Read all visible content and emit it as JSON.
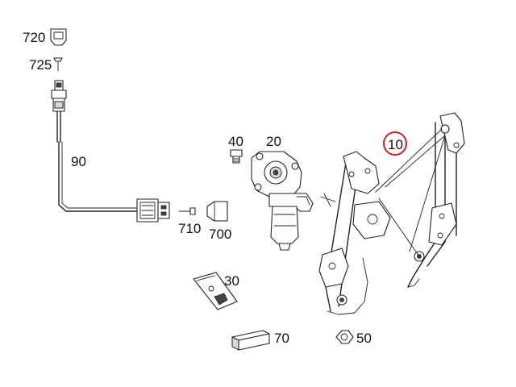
{
  "diagram": {
    "callouts": [
      {
        "id": "720",
        "label": "720"
      },
      {
        "id": "725",
        "label": "725"
      },
      {
        "id": "90",
        "label": "90"
      },
      {
        "id": "40",
        "label": "40"
      },
      {
        "id": "20",
        "label": "20"
      },
      {
        "id": "10",
        "label": "10",
        "highlighted": true
      },
      {
        "id": "710",
        "label": "710"
      },
      {
        "id": "700",
        "label": "700"
      },
      {
        "id": "30",
        "label": "30"
      },
      {
        "id": "70",
        "label": "70"
      },
      {
        "id": "50",
        "label": "50"
      }
    ],
    "highlight_color": "#cc2222",
    "line_color": "#222222"
  }
}
